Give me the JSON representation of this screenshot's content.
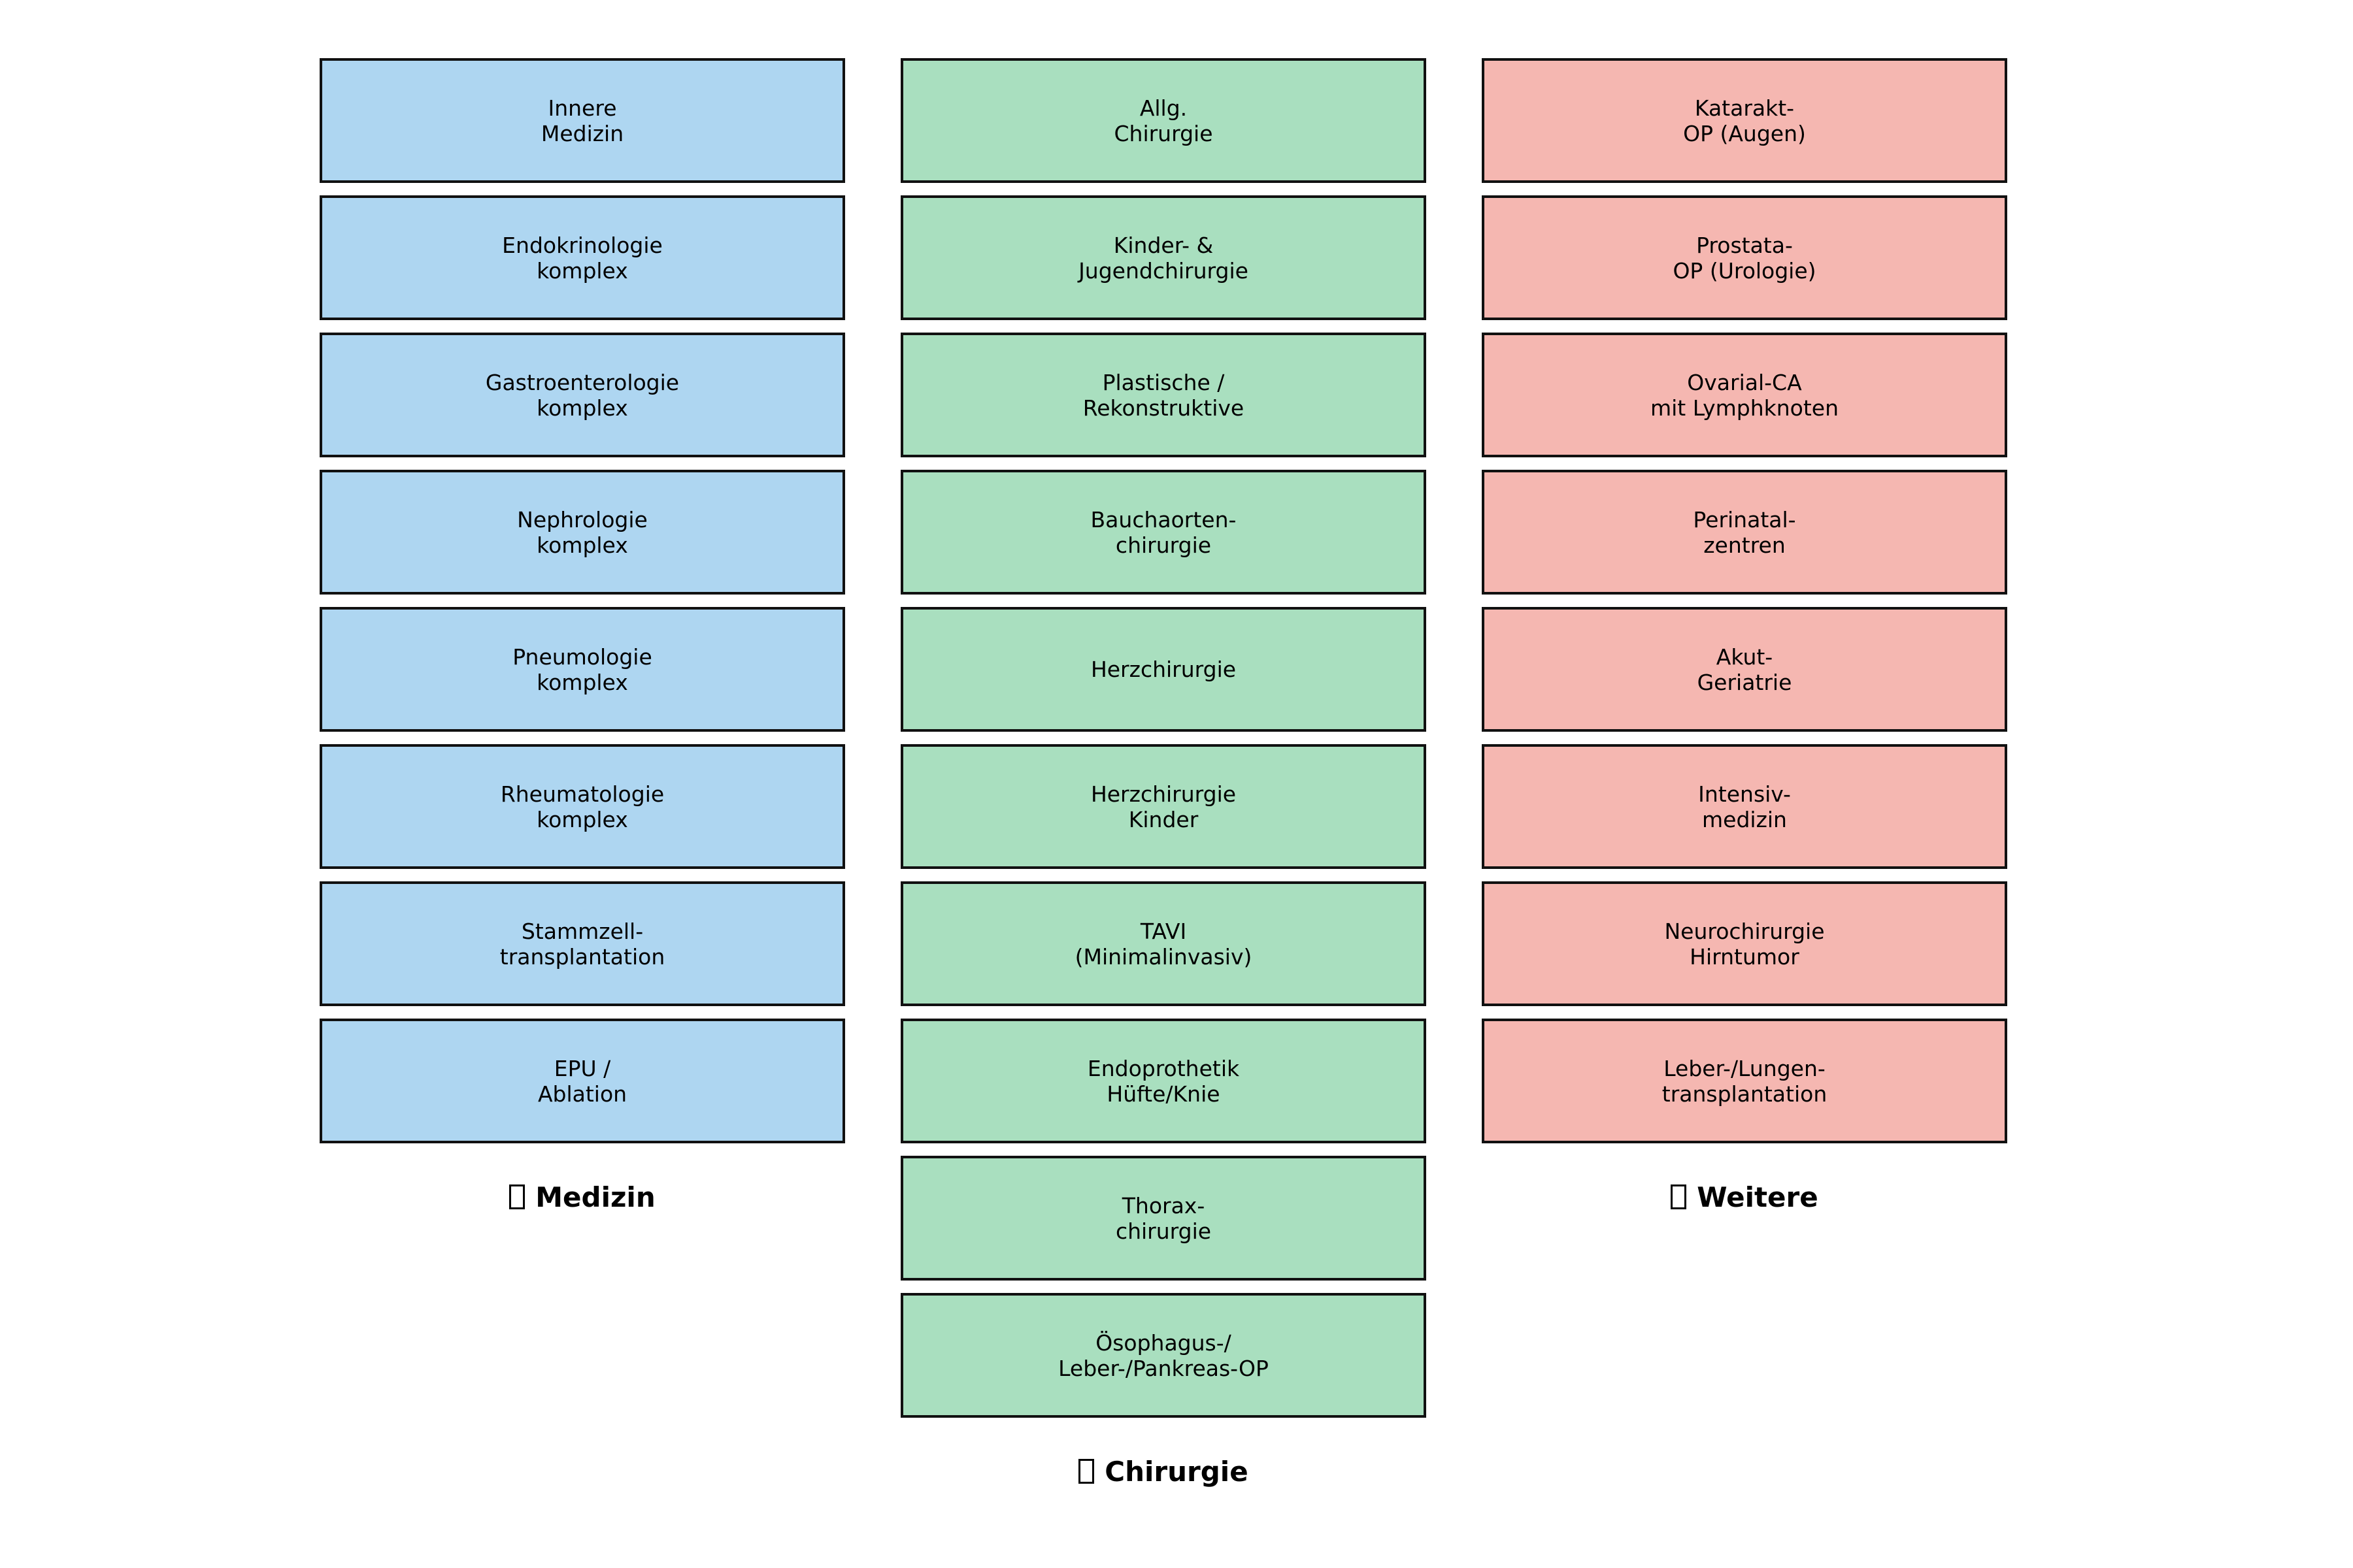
{
  "columns": [
    {
      "title": "Medizin",
      "color": "#aed6f1",
      "boxes": [
        "Innere\nMedizin",
        "Endokrinologie\nkomplex",
        "Gastroenterologie\nkomplex",
        "Nephrologie\nkomplex",
        "Pneumologie\nkomplex",
        "Rheumatologie\nkomplex",
        "Stammzell-\ntransplantation",
        "EPU /\nAblation"
      ]
    },
    {
      "title": "Chirurgie",
      "color": "#a9dfbf",
      "boxes": [
        "Allg.\nChirurgie",
        "Kinder- &\nJugendchirurgie",
        "Plastische /\nRekonstruktive",
        "Bauchaorten-\nchirurgie",
        "Herzchirurgie",
        "Herzchirurgie\nKinder",
        "TAVI\n(Minimalinvasiv)",
        "Endoprothetik\nHüfte/Knie",
        "Thorax-\nchirurgie",
        "Ösophagus-/\nLeber-/Pankreas-OP"
      ]
    },
    {
      "title": "Weitere",
      "color": "#f5b7b1",
      "boxes": [
        "Katarakt-\nOP (Augen)",
        "Prostata-\nOP (Urologie)",
        "Ovarial-CA\nmit Lymphknoten",
        "Perinatal-\nzentren",
        "Akut-\nGeriatrie",
        "Intensiv-\nmedizin",
        "Neurochirurgie\nHirntumor",
        "Leber-/Lungen-\ntransplantation"
      ]
    }
  ]
}
